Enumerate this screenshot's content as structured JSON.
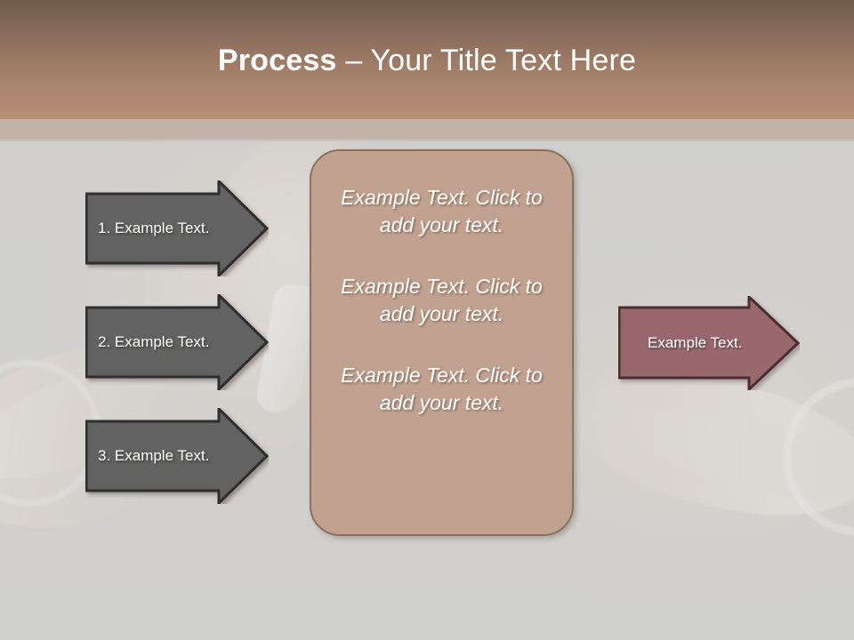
{
  "slide": {
    "title_strong": "Process",
    "title_rest": " – Your Title Text Here",
    "background_color": "#d0d0ce",
    "header_gradient_top": "#70594a",
    "header_gradient_bottom": "#b78f77",
    "header_band_color": "#c3b2a8"
  },
  "left_arrows": [
    {
      "label": "1. Example Text.",
      "fill": "#626262",
      "stroke": "#2f2f2f"
    },
    {
      "label": "2. Example Text.",
      "fill": "#626262",
      "stroke": "#2f2f2f"
    },
    {
      "label": "3. Example Text.",
      "fill": "#626262",
      "stroke": "#2f2f2f"
    }
  ],
  "center_box": {
    "fill": "#c1a18f",
    "stroke": "#8e6f5d",
    "paragraphs": [
      "Example Text. Click  to add your text.",
      "Example Text. Click  to add your text.",
      "Example Text. Click  to add your text."
    ]
  },
  "right_arrow": {
    "label": "Example Text.",
    "fill": "#99686c",
    "stroke": "#4a2f30"
  }
}
